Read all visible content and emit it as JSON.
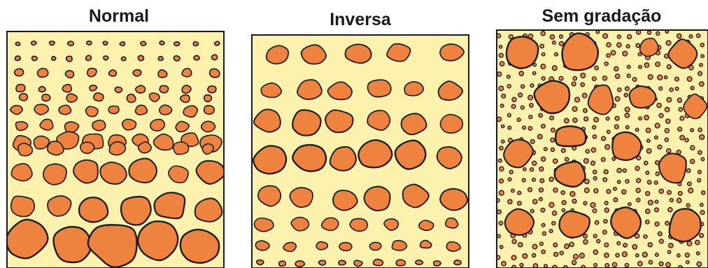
{
  "panels": [
    {
      "id": "normal",
      "title": "Normal"
    },
    {
      "id": "inversa",
      "title": "Inversa"
    },
    {
      "id": "sem",
      "title": "Sem gradação"
    }
  ],
  "colors": {
    "matrix": "#fdf2ad",
    "clast": "#ee8340",
    "outline": "#1a1a1a"
  }
}
